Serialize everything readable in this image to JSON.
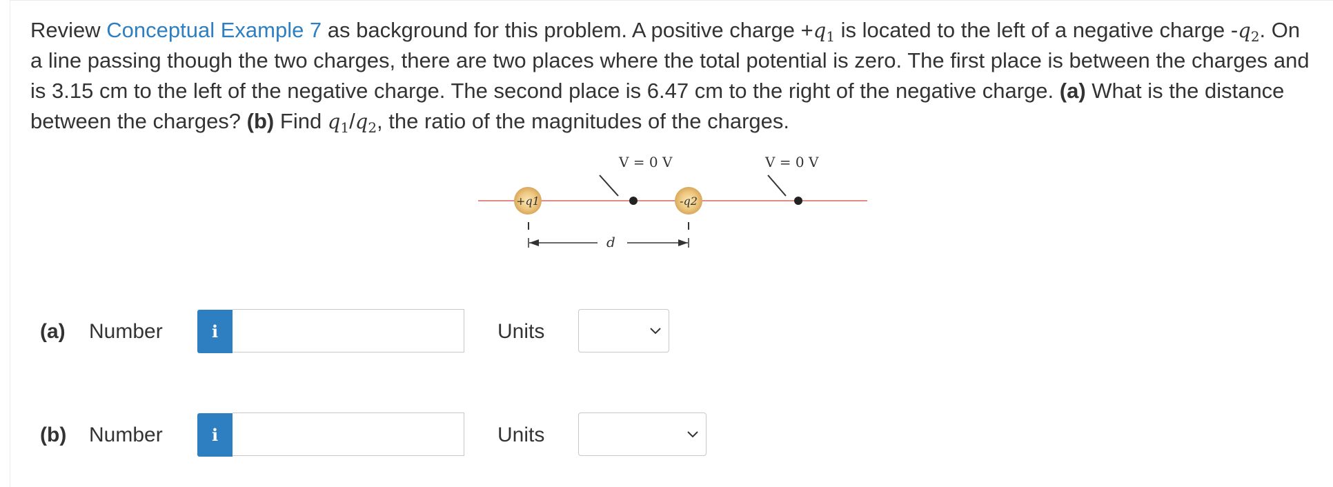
{
  "question": {
    "t1": "Review ",
    "link": "Conceptual Example 7",
    "t2": " as background for this problem. A positive charge +",
    "q1_var": "q",
    "q1_sub": "1",
    "t3": " is located to the left of a negative charge -",
    "q2_var": "q",
    "q2_sub": "2",
    "t4": ". On a line passing though the two charges, there are two places where the total potential is zero. The first place is between the charges and is 3.15 cm to the left of the negative charge. The second place is 6.47 cm to the right of the negative charge. ",
    "a_tag": "(a)",
    "t5": " What is the distance between the charges? ",
    "b_tag": "(b)",
    "t6": " Find ",
    "r1_var": "q",
    "r1_sub": "1",
    "slash": "/",
    "r2_var": "q",
    "r2_sub": "2",
    "t7": ", the ratio of the magnitudes of the charges."
  },
  "figure": {
    "label_v1": "V = 0 V",
    "label_v2": "V = 0 V",
    "charge1_label": "+q1",
    "charge2_label": "-q2",
    "distance_label": "d",
    "line_color": "#e08b84",
    "charge_color": "#e9c37a"
  },
  "answers": [
    {
      "part": "(a)",
      "field_label": "Number",
      "info_icon": "i",
      "value": "",
      "units_label": "Units",
      "units_value": ""
    },
    {
      "part": "(b)",
      "field_label": "Number",
      "info_icon": "i",
      "value": "",
      "units_label": "Units",
      "units_value": ""
    }
  ]
}
